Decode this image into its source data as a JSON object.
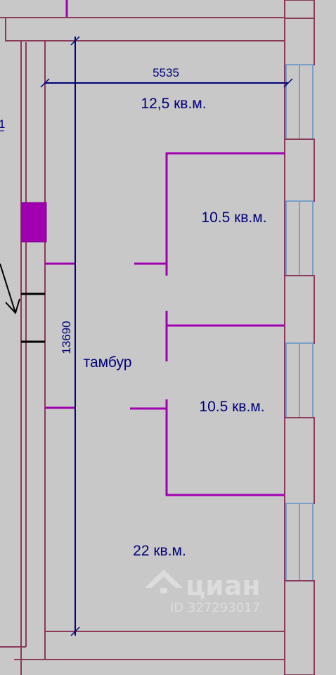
{
  "colors": {
    "background": "#c8c8c8",
    "wall": "#8b3a5a",
    "partition": "#a000b0",
    "dimension": "#00007a",
    "window": "#7aa0c8",
    "watermark": "#e0e0e0"
  },
  "dimensions": {
    "width": "5535",
    "length": "13690"
  },
  "rooms": {
    "top": "12,5 кв.м.",
    "middle_upper": "10.5 кв.м.",
    "middle_lower": "10.5 кв.м.",
    "vestibule": "тамбур",
    "bottom": "22 кв.м."
  },
  "fragments": {
    "left_edge": "1"
  },
  "watermark": {
    "logo_icon": "house-roof-icon",
    "brand": "циан",
    "id": "ID 327293017"
  }
}
